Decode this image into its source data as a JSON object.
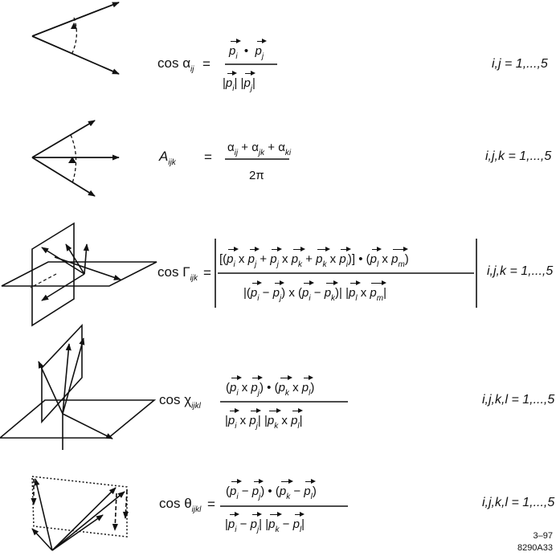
{
  "rows": [
    {
      "id": "cos-alpha",
      "lhs": {
        "fn": "cos ",
        "sym": "α",
        "sub": "ij"
      },
      "eq": "=",
      "numerator": "p_i • p_j",
      "denominator": "|p_i| |p_j|",
      "range": "i,j = 1,...,5"
    },
    {
      "id": "A-ijk",
      "lhs": {
        "fn": "",
        "sym": "A",
        "sub": "ijk"
      },
      "eq": "=",
      "numerator": "α_ij + α_jk + α_ki",
      "denominator": "2π",
      "range": "i,j,k = 1,...,5"
    },
    {
      "id": "cos-Gamma",
      "lhs": {
        "fn": "cos ",
        "sym": "Γ",
        "sub": "ijk"
      },
      "eq": "=",
      "numerator": "[(p_i x p_j + p_j x p_k + p_k x p_i)] • (p_l x p_m)",
      "denominator": "|(p_i − p_j) x (p_i − p_k)| |p_l x p_m|",
      "range": "i,j,k = 1,...,5"
    },
    {
      "id": "cos-chi",
      "lhs": {
        "fn": "cos ",
        "sym": "χ",
        "sub": "ijkl"
      },
      "numerator": "(p_i x p_j) • (p_k x p_l)",
      "denominator": "|p_i x p_j| |p_k x p_l|",
      "range": "i,j,k,l = 1,...,5"
    },
    {
      "id": "cos-theta",
      "lhs": {
        "fn": "cos ",
        "sym": "θ",
        "sub": "ijkl"
      },
      "eq": "=",
      "numerator": "(p_i − p_j) • (p_k − p_l)",
      "denominator": "|p_i − p_j| |p_k − p_l|",
      "range": "i,j,k,l = 1,...,5"
    }
  ],
  "footer": {
    "line1": "3–97",
    "line2": "8290A33"
  }
}
